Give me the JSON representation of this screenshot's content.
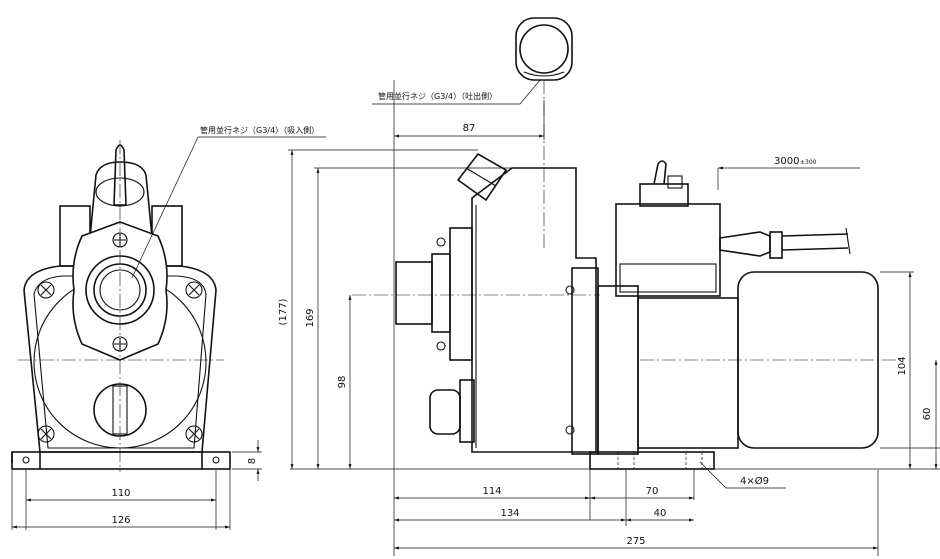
{
  "annotations": {
    "outlet_thread": "管用並行ネジ（G3/4）（吐出側）",
    "inlet_thread": "管用並行ネジ（G3/4）（吸入側）",
    "cable_length": "3000",
    "cable_tolerance": "±300",
    "holes": "4×Ø9"
  },
  "dimensions": {
    "front_base_inner": "110",
    "front_base_outer": "126",
    "base_thickness": "8",
    "total_height_ref": "(177)",
    "body_height": "169",
    "inlet_center_height": "98",
    "outlet_offset": "87",
    "motor_height": "104",
    "motor_center_height": "60",
    "to_mount_hole": "114",
    "hole_pitch_a": "70",
    "to_second_hole": "134",
    "hole_pitch_b": "40",
    "overall_length": "275"
  }
}
